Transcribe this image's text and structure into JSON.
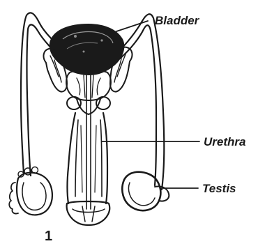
{
  "labels": {
    "bladder": "Bladder",
    "urethra": "Urethra",
    "testis": "Testis"
  },
  "figure_number": "1",
  "colors": {
    "ink": "#1a1a1a",
    "background": "#ffffff"
  }
}
